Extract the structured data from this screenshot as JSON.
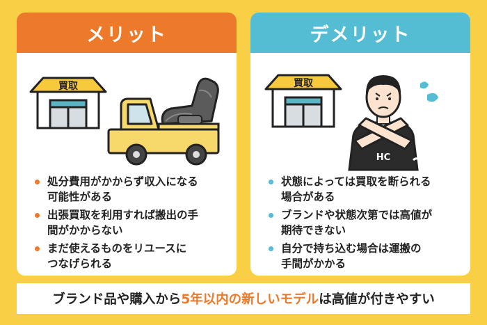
{
  "merit": {
    "title": "メリット",
    "shop_sign": "買取",
    "points": [
      {
        "line1": "処分費用がかからず収入になる",
        "line2": "可能性がある"
      },
      {
        "line1": "出張買取を利用すれば搬出の手",
        "line2": "間がかからない"
      },
      {
        "line1": "まだ使えるものをリユースに",
        "line2": "つなげられる"
      }
    ]
  },
  "demerit": {
    "title": "デメリット",
    "shop_sign": "買取",
    "shirt_logo": "HC",
    "points": [
      {
        "line1": "状態によっては買取を断られる",
        "line2": "場合がある"
      },
      {
        "line1": "ブランドや状態次第では高値が",
        "line2": "期待できない"
      },
      {
        "line1": "自分で持ち込む場合は運搬の",
        "line2": "手間がかかる"
      }
    ]
  },
  "footer": {
    "before": "ブランド品や購入から",
    "highlight": "5年以内の新しいモデル",
    "after": "は高値が付きやすい"
  },
  "colors": {
    "background": "#f9cf45",
    "merit_accent": "#ed7a2a",
    "demerit_accent": "#54bcd3"
  }
}
